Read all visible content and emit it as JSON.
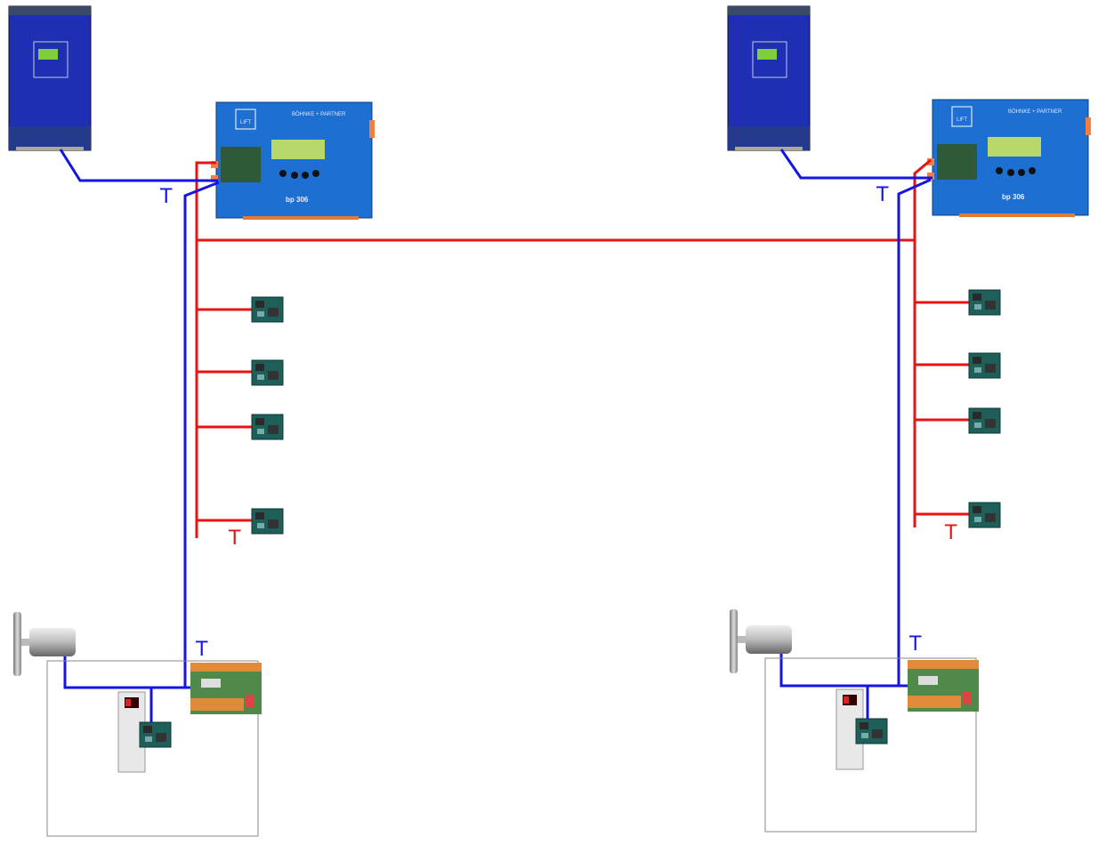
{
  "colors": {
    "can_bus_car": "#1414e6",
    "can_bus_shaft": "#e61414",
    "inverter": "#1e2fb4",
    "controller": "#1e6fd2"
  },
  "left_system": {
    "controller": {
      "model": "bp 306",
      "brand": "BÖHNKE + PARTNER",
      "logo": "LIFT"
    },
    "blue_terminator_top": "T",
    "red_terminator": "T",
    "blue_terminator_car": "T",
    "shaft_modules": 4
  },
  "right_system": {
    "controller": {
      "model": "bp 306",
      "brand": "BÖHNKE + PARTNER",
      "logo": "LIFT"
    },
    "blue_terminator_top": "T",
    "red_terminator": "T",
    "blue_terminator_car": "T",
    "shaft_modules": 4
  }
}
